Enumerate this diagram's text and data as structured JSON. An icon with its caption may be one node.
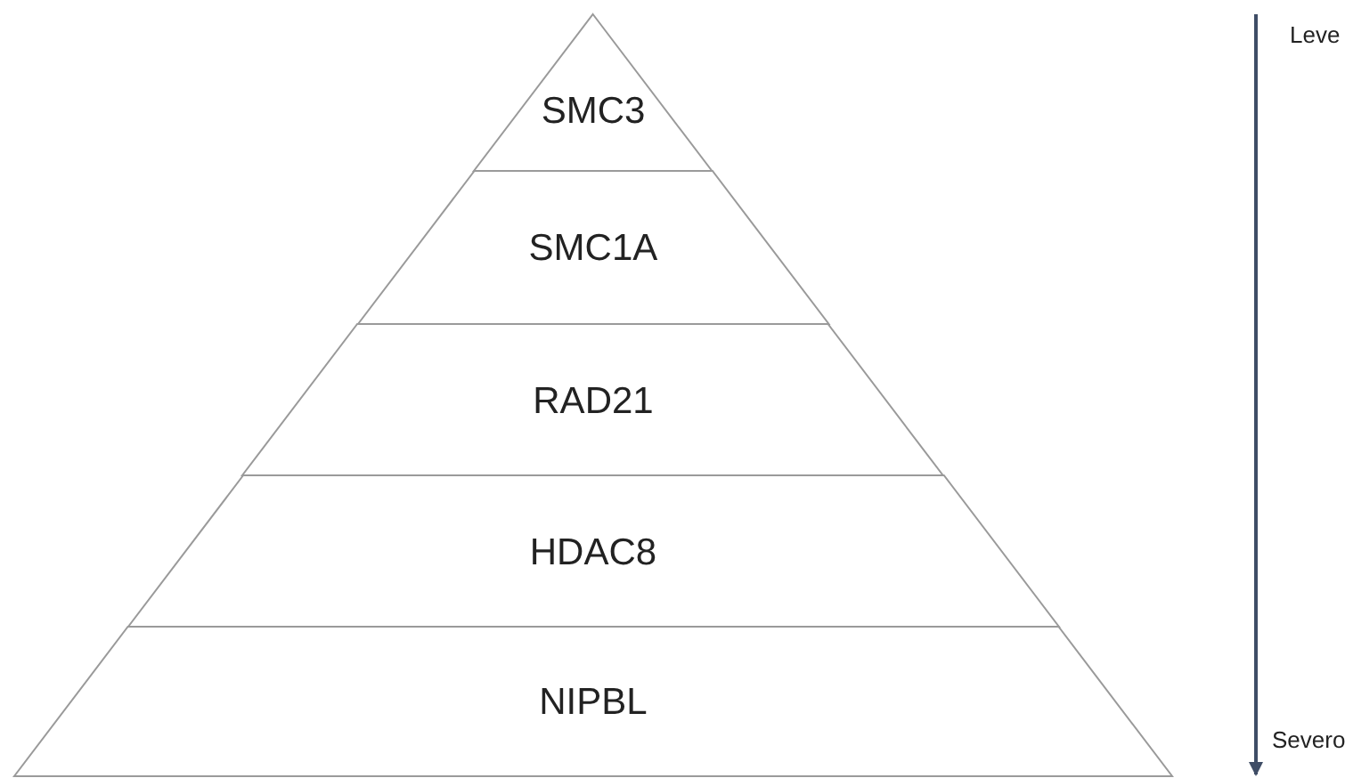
{
  "diagram": {
    "nodes": [
      {
        "text": [
          "SMC3"
        ]
      },
      {
        "text": [
          "SMC1A"
        ]
      },
      {
        "text": [
          "RAD21"
        ]
      },
      {
        "text": [
          "HDAC8"
        ]
      },
      {
        "text": [
          "NIPBL"
        ]
      }
    ],
    "labels": [
      "Leve",
      "Severo"
    ]
  }
}
